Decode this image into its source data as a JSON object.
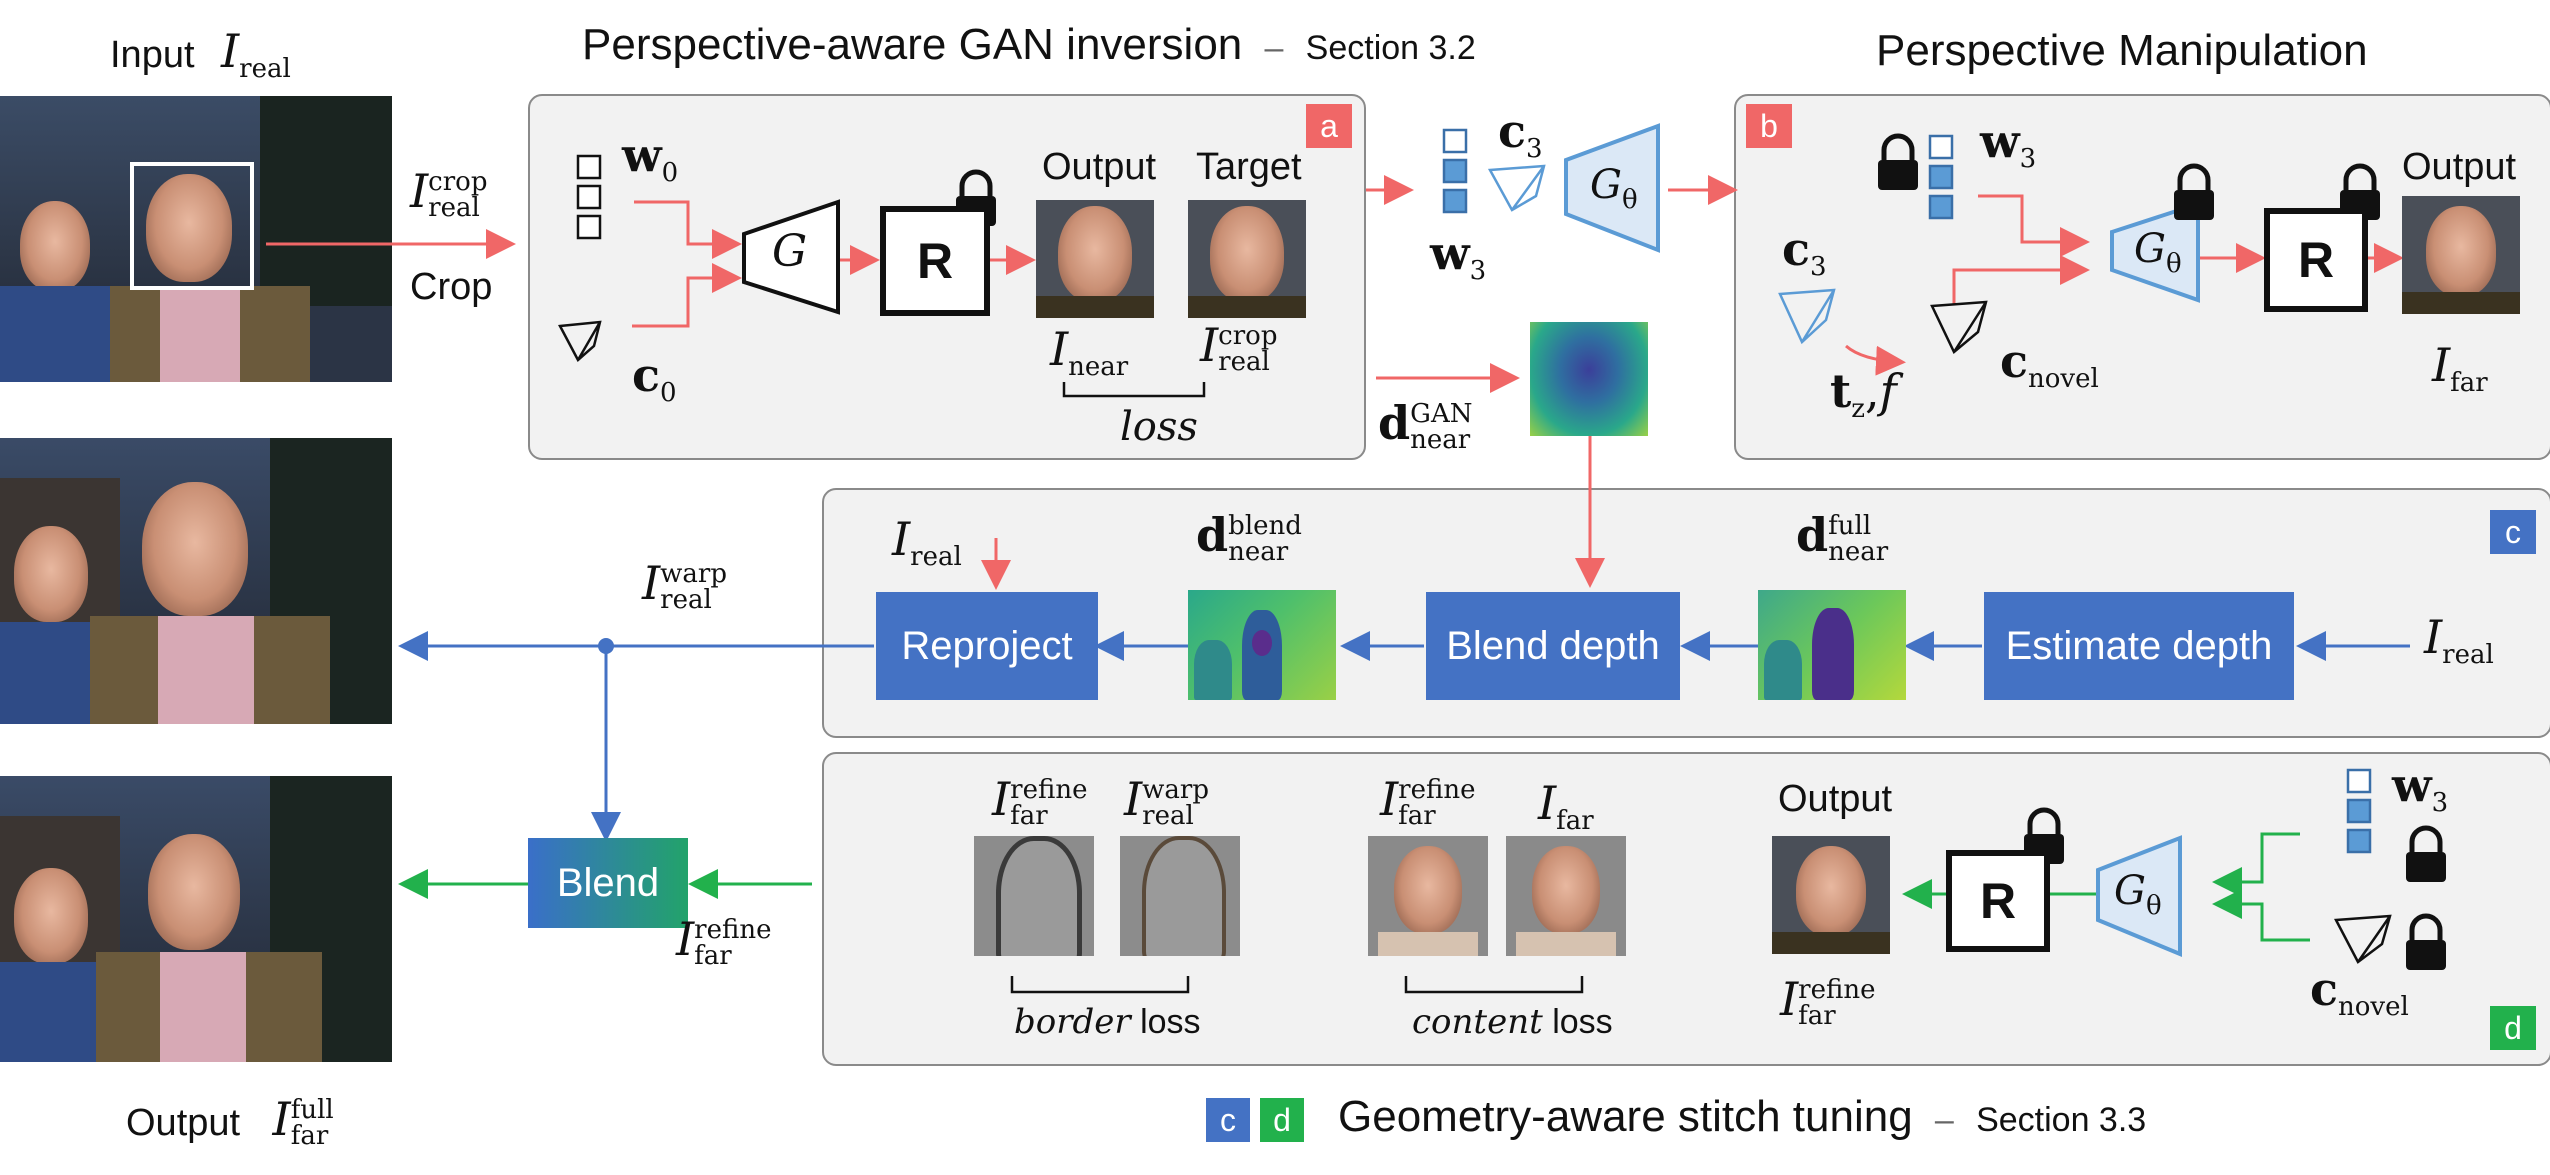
{
  "titles": {
    "inversion": "Perspective-aware GAN inversion",
    "inversion_section": "Section 3.2",
    "manipulation": "Perspective Manipulation",
    "stitch": "Geometry-aware stitch tuning",
    "stitch_section": "Section 3.3",
    "dash": "–"
  },
  "left": {
    "input_label": "Input",
    "crop_label": "Crop",
    "output_label": "Output"
  },
  "panel_a": {
    "tag": "a",
    "output_label": "Output",
    "target_label": "Target",
    "loss_label": "loss",
    "G_label": "G",
    "R_label": "R"
  },
  "panel_b": {
    "tag": "b",
    "output_label": "Output",
    "R_label": "R"
  },
  "panel_c": {
    "tag": "c",
    "reproject": "Reproject",
    "blend_depth": "Blend depth",
    "estimate_depth": "Estimate depth"
  },
  "panel_d": {
    "tag": "d",
    "output_label": "Output",
    "border_loss_italic": "border",
    "content_loss_italic": "content",
    "loss_word": "loss",
    "R_label": "R"
  },
  "blend_box": "Blend",
  "math": {
    "I": "I",
    "real": "real",
    "crop": "crop",
    "near": "near",
    "far": "far",
    "full": "full",
    "warp": "warp",
    "refine": "refine",
    "blend": "blend",
    "GAN": "GAN",
    "novel": "novel",
    "w0": "w",
    "w0_sub": "0",
    "w3": "w",
    "w3_sub": "3",
    "c0": "c",
    "c0_sub": "0",
    "c3": "c",
    "c3_sub": "3",
    "d": "d",
    "G_theta": "G",
    "theta": "θ",
    "tz": "t",
    "tz_sub": "z",
    "f": "f",
    "comma": ","
  },
  "colors": {
    "red_arrow": "#f06767",
    "blue_arrow": "#4472c4",
    "green_arrow": "#22b14c",
    "panel_bg": "#f2f2f2",
    "box_blue": "#4472c4",
    "tag_red": "#f06767",
    "tag_blue": "#4472c4",
    "tag_green": "#22b14c",
    "generator_fill": "#dbe8f6",
    "generator_stroke": "#5b9bd5",
    "latent_fill": "#5b9bd5"
  },
  "icons": [
    "lock-icon",
    "camera-frustum-icon",
    "latent-vector-icon",
    "generator-trapezoid-icon"
  ]
}
